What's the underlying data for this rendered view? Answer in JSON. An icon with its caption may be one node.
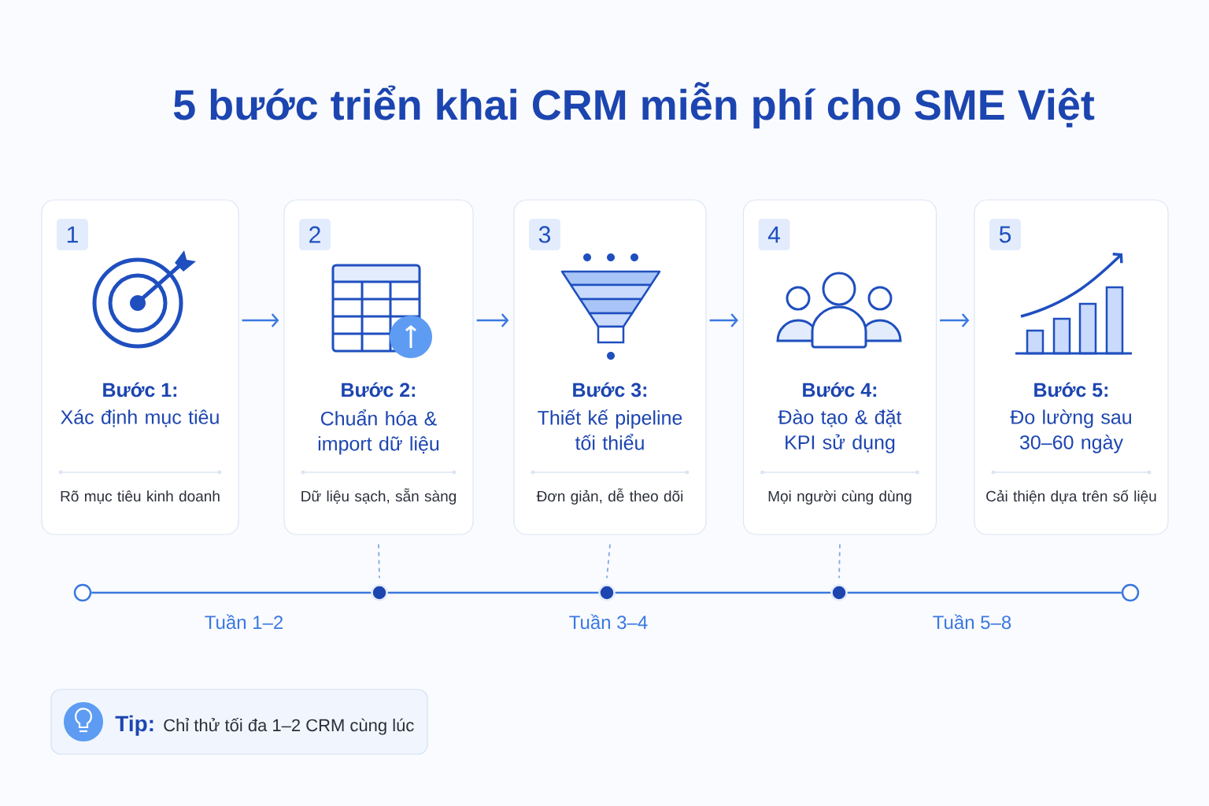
{
  "diagram": {
    "title": "5 bước triển khai CRM miễn phí cho SME Việt",
    "nodes": [
      {
        "text": [
          "1",
          "Bước 1:",
          "Xác định mục tiêu",
          "Rõ mục tiêu kinh doanh"
        ]
      },
      {
        "text": [
          "2",
          "Bước 2:",
          "Chuẩn hóa & import dữ liệu",
          "Dữ liệu sạch, sẵn sàng"
        ]
      },
      {
        "text": [
          "3",
          "Bước 3:",
          "Thiết kế pipeline tối thiểu",
          "Đơn giản, dễ theo dõi"
        ]
      },
      {
        "text": [
          "4",
          "Bước 4:",
          "Đào tạo & đặt KPI sử dụng",
          "Mọi người cùng dùng"
        ]
      },
      {
        "text": [
          "5",
          "Bước 5:",
          "Đo lường sau 30–60 ngày",
          "Cải thiện dựa trên số liệu"
        ]
      },
      {
        "text": [],
        "shape": "circle"
      },
      {
        "text": [],
        "shape": "circle"
      },
      {
        "text": [],
        "shape": "circle"
      },
      {
        "text": [],
        "shape": "circle"
      },
      {
        "text": [],
        "shape": "circle"
      },
      {
        "text": [
          "Tip:",
          "Chỉ thử tối đa 1–2 CRM cùng lúc"
        ]
      }
    ],
    "edges": [
      {
        "from": 0,
        "to": 1,
        "arrow": "to"
      },
      {
        "from": 1,
        "to": 2,
        "arrow": "to"
      },
      {
        "from": 2,
        "to": 3,
        "arrow": "to"
      },
      {
        "from": 3,
        "to": 4,
        "arrow": "to"
      },
      {
        "from": 5,
        "to": 6,
        "arrow": "none"
      },
      {
        "from": 6,
        "to": 7,
        "arrow": "none"
      },
      {
        "from": 7,
        "to": 8,
        "arrow": "none"
      },
      {
        "from": 8,
        "to": 9,
        "arrow": "none"
      },
      {
        "from": 1,
        "to": 6,
        "arrow": "none",
        "style": "dashed",
        "color": "#7fa8ea"
      },
      {
        "from": 2,
        "to": 7,
        "arrow": "none",
        "style": "dashed",
        "color": "#7fa8ea"
      },
      {
        "from": 3,
        "to": 8,
        "arrow": "none",
        "style": "dashed",
        "color": "#7fa8ea"
      }
    ],
    "labels": [
      "Tuần 1–2",
      "Tuần 3–4",
      "Tuần 5–8"
    ]
  }
}
